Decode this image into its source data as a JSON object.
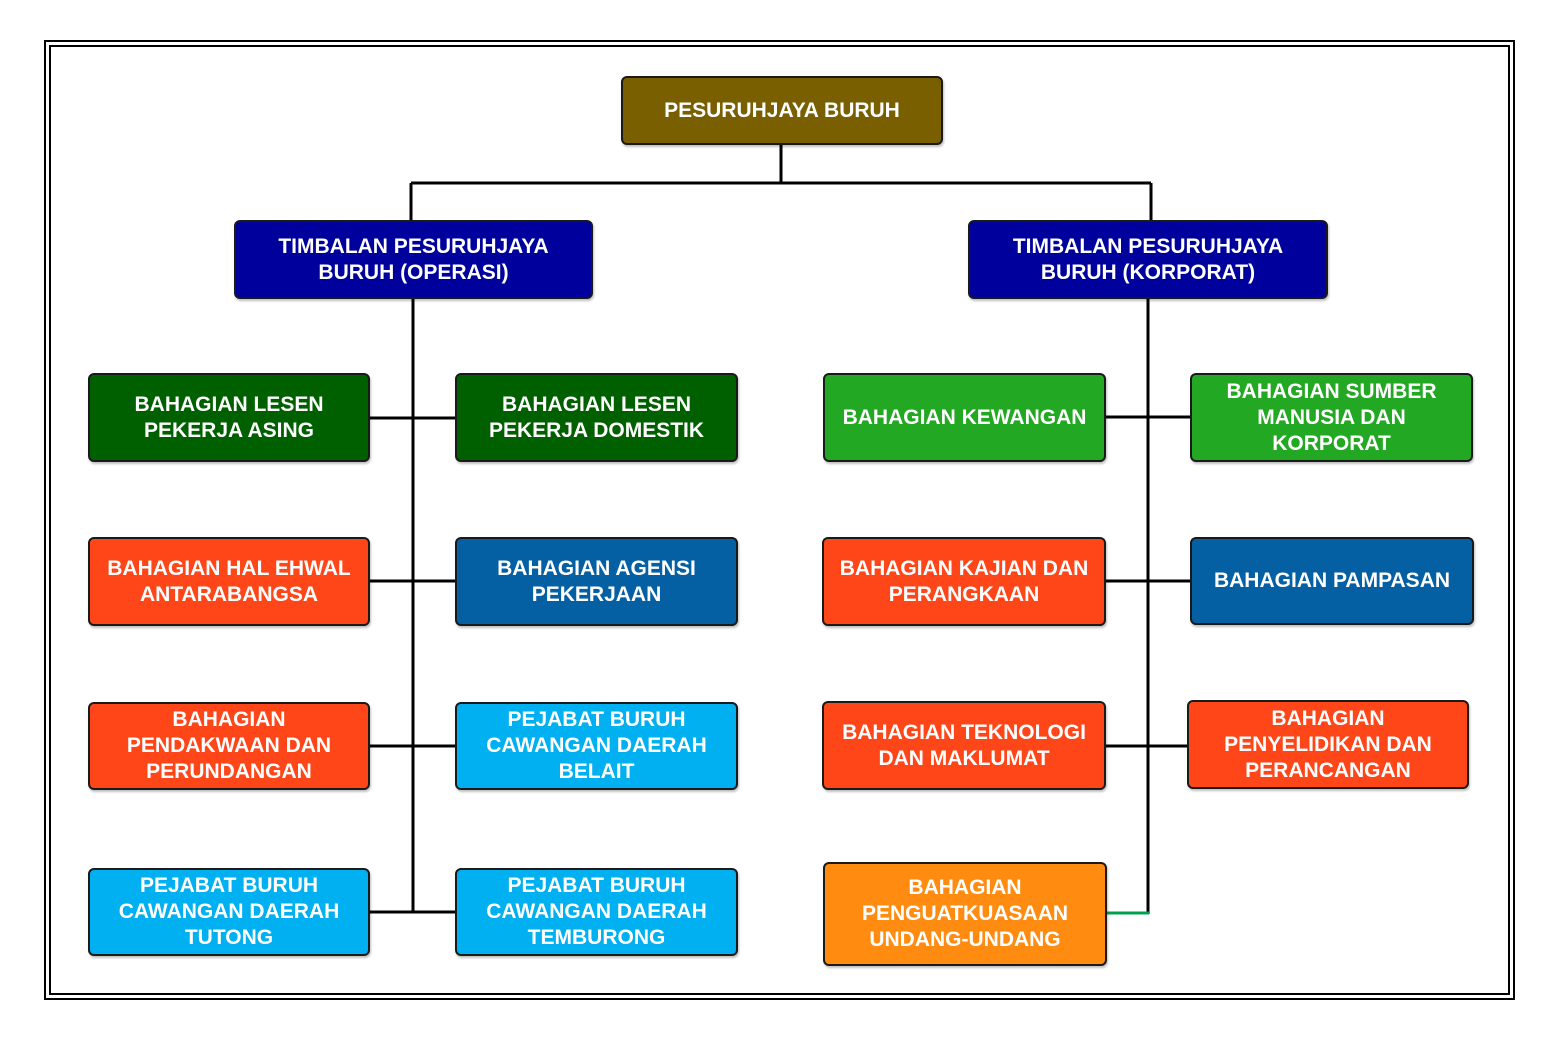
{
  "colors": {
    "top": "#7a5f00",
    "deputy": "#00009c",
    "dark_green": "#006000",
    "green": "#22a822",
    "red_orange": "#fe4619",
    "steel_blue": "#045fa3",
    "sky_blue": "#00b0f0",
    "orange": "#ff8c10",
    "line": "#000000",
    "line_green": "#00a050"
  },
  "nodes": {
    "pesuruhjaya": "PESURUHJAYA BURUH",
    "timbalan_operasi": "TIMBALAN PESURUHJAYA BURUH (OPERASI)",
    "timbalan_korporat": "TIMBALAN PESURUHJAYA BURUH (KORPORAT)",
    "lesen_asing": "BAHAGIAN LESEN PEKERJA ASING",
    "lesen_domestik": "BAHAGIAN LESEN PEKERJA DOMESTIK",
    "hal_ehwal": "BAHAGIAN HAL EHWAL ANTARABANGSA",
    "agensi": "BAHAGIAN AGENSI PEKERJAAN",
    "pendakwaan": "BAHAGIAN PENDAKWAAN DAN PERUNDANGAN",
    "belait": "PEJABAT BURUH CAWANGAN DAERAH BELAIT",
    "tutong": "PEJABAT BURUH CAWANGAN DAERAH TUTONG",
    "temburong": "PEJABAT BURUH CAWANGAN DAERAH TEMBURONG",
    "kewangan": "BAHAGIAN KEWANGAN",
    "sumber_manusia": "BAHAGIAN SUMBER MANUSIA DAN KORPORAT",
    "kajian": "BAHAGIAN KAJIAN DAN PERANGKAAN",
    "pampasan": "BAHAGIAN PAMPASAN",
    "teknologi": "BAHAGIAN TEKNOLOGI DAN MAKLUMAT",
    "penyelidikan": "BAHAGIAN PENYELIDIKAN DAN PERANCANGAN",
    "penguatkuasaan": "BAHAGIAN PENGUATKUASAAN UNDANG-UNDANG"
  }
}
